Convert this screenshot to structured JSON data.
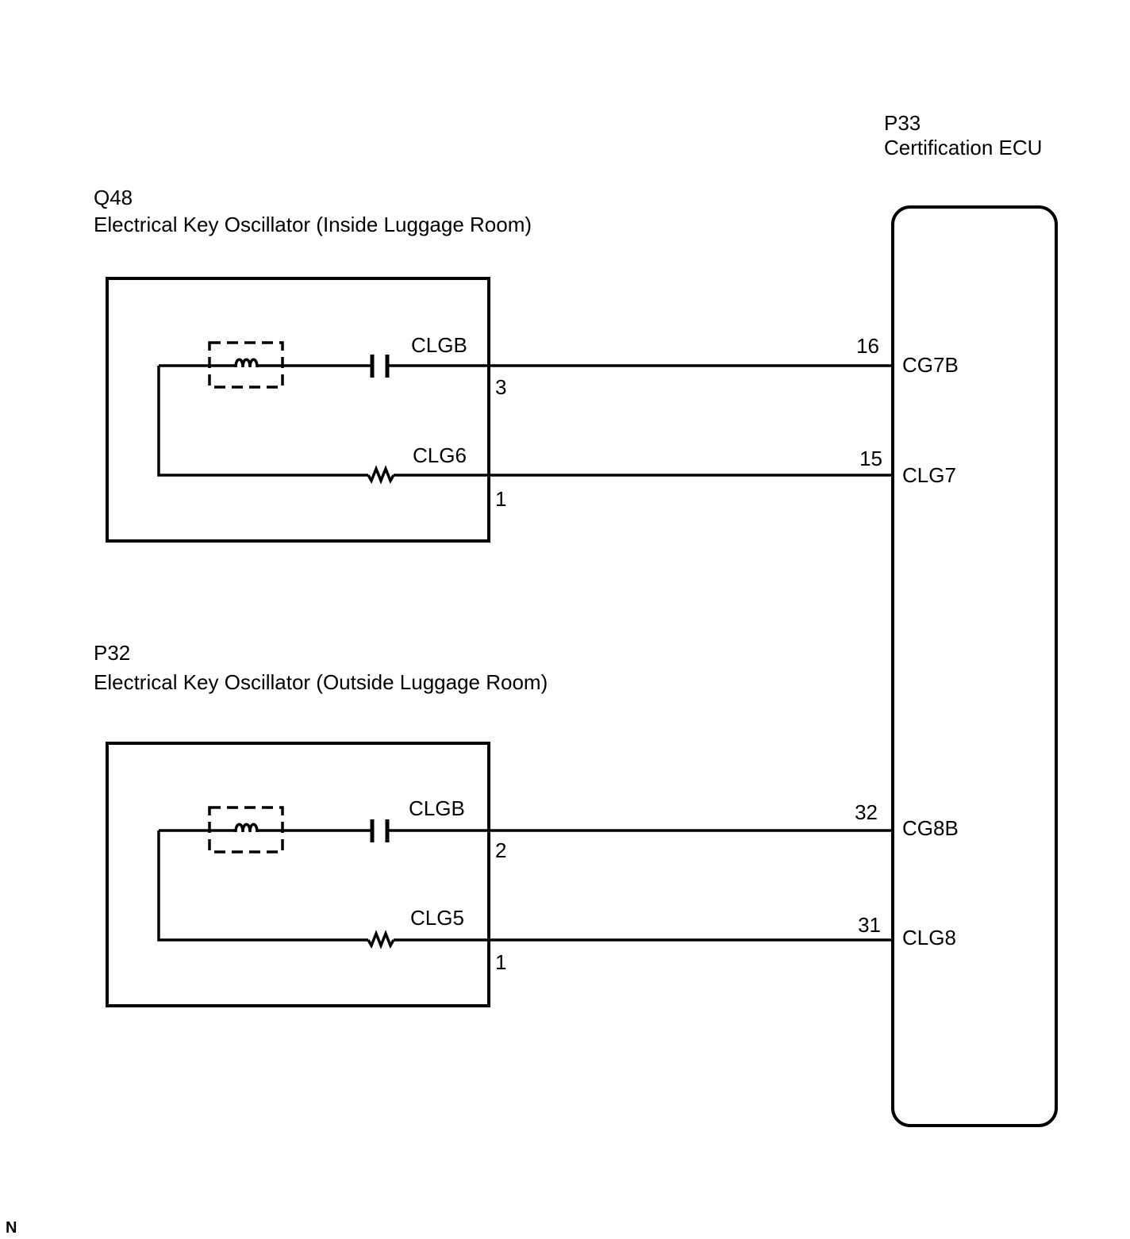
{
  "ecu": {
    "code": "P33",
    "name": "Certification ECU",
    "pins": [
      {
        "number": "16",
        "name": "CG7B"
      },
      {
        "number": "15",
        "name": "CLG7"
      },
      {
        "number": "32",
        "name": "CG8B"
      },
      {
        "number": "31",
        "name": "CLG8"
      }
    ]
  },
  "oscillators": [
    {
      "code": "Q48",
      "name": "Electrical Key Oscillator (Inside Luggage Room)",
      "top_wire": {
        "label": "CLGB",
        "pin": "3"
      },
      "bottom_wire": {
        "label": "CLG6",
        "pin": "1"
      }
    },
    {
      "code": "P32",
      "name": "Electrical Key Oscillator (Outside Luggage Room)",
      "top_wire": {
        "label": "CLGB",
        "pin": "2"
      },
      "bottom_wire": {
        "label": "CLG5",
        "pin": "1"
      }
    }
  ],
  "corner_mark": "N"
}
